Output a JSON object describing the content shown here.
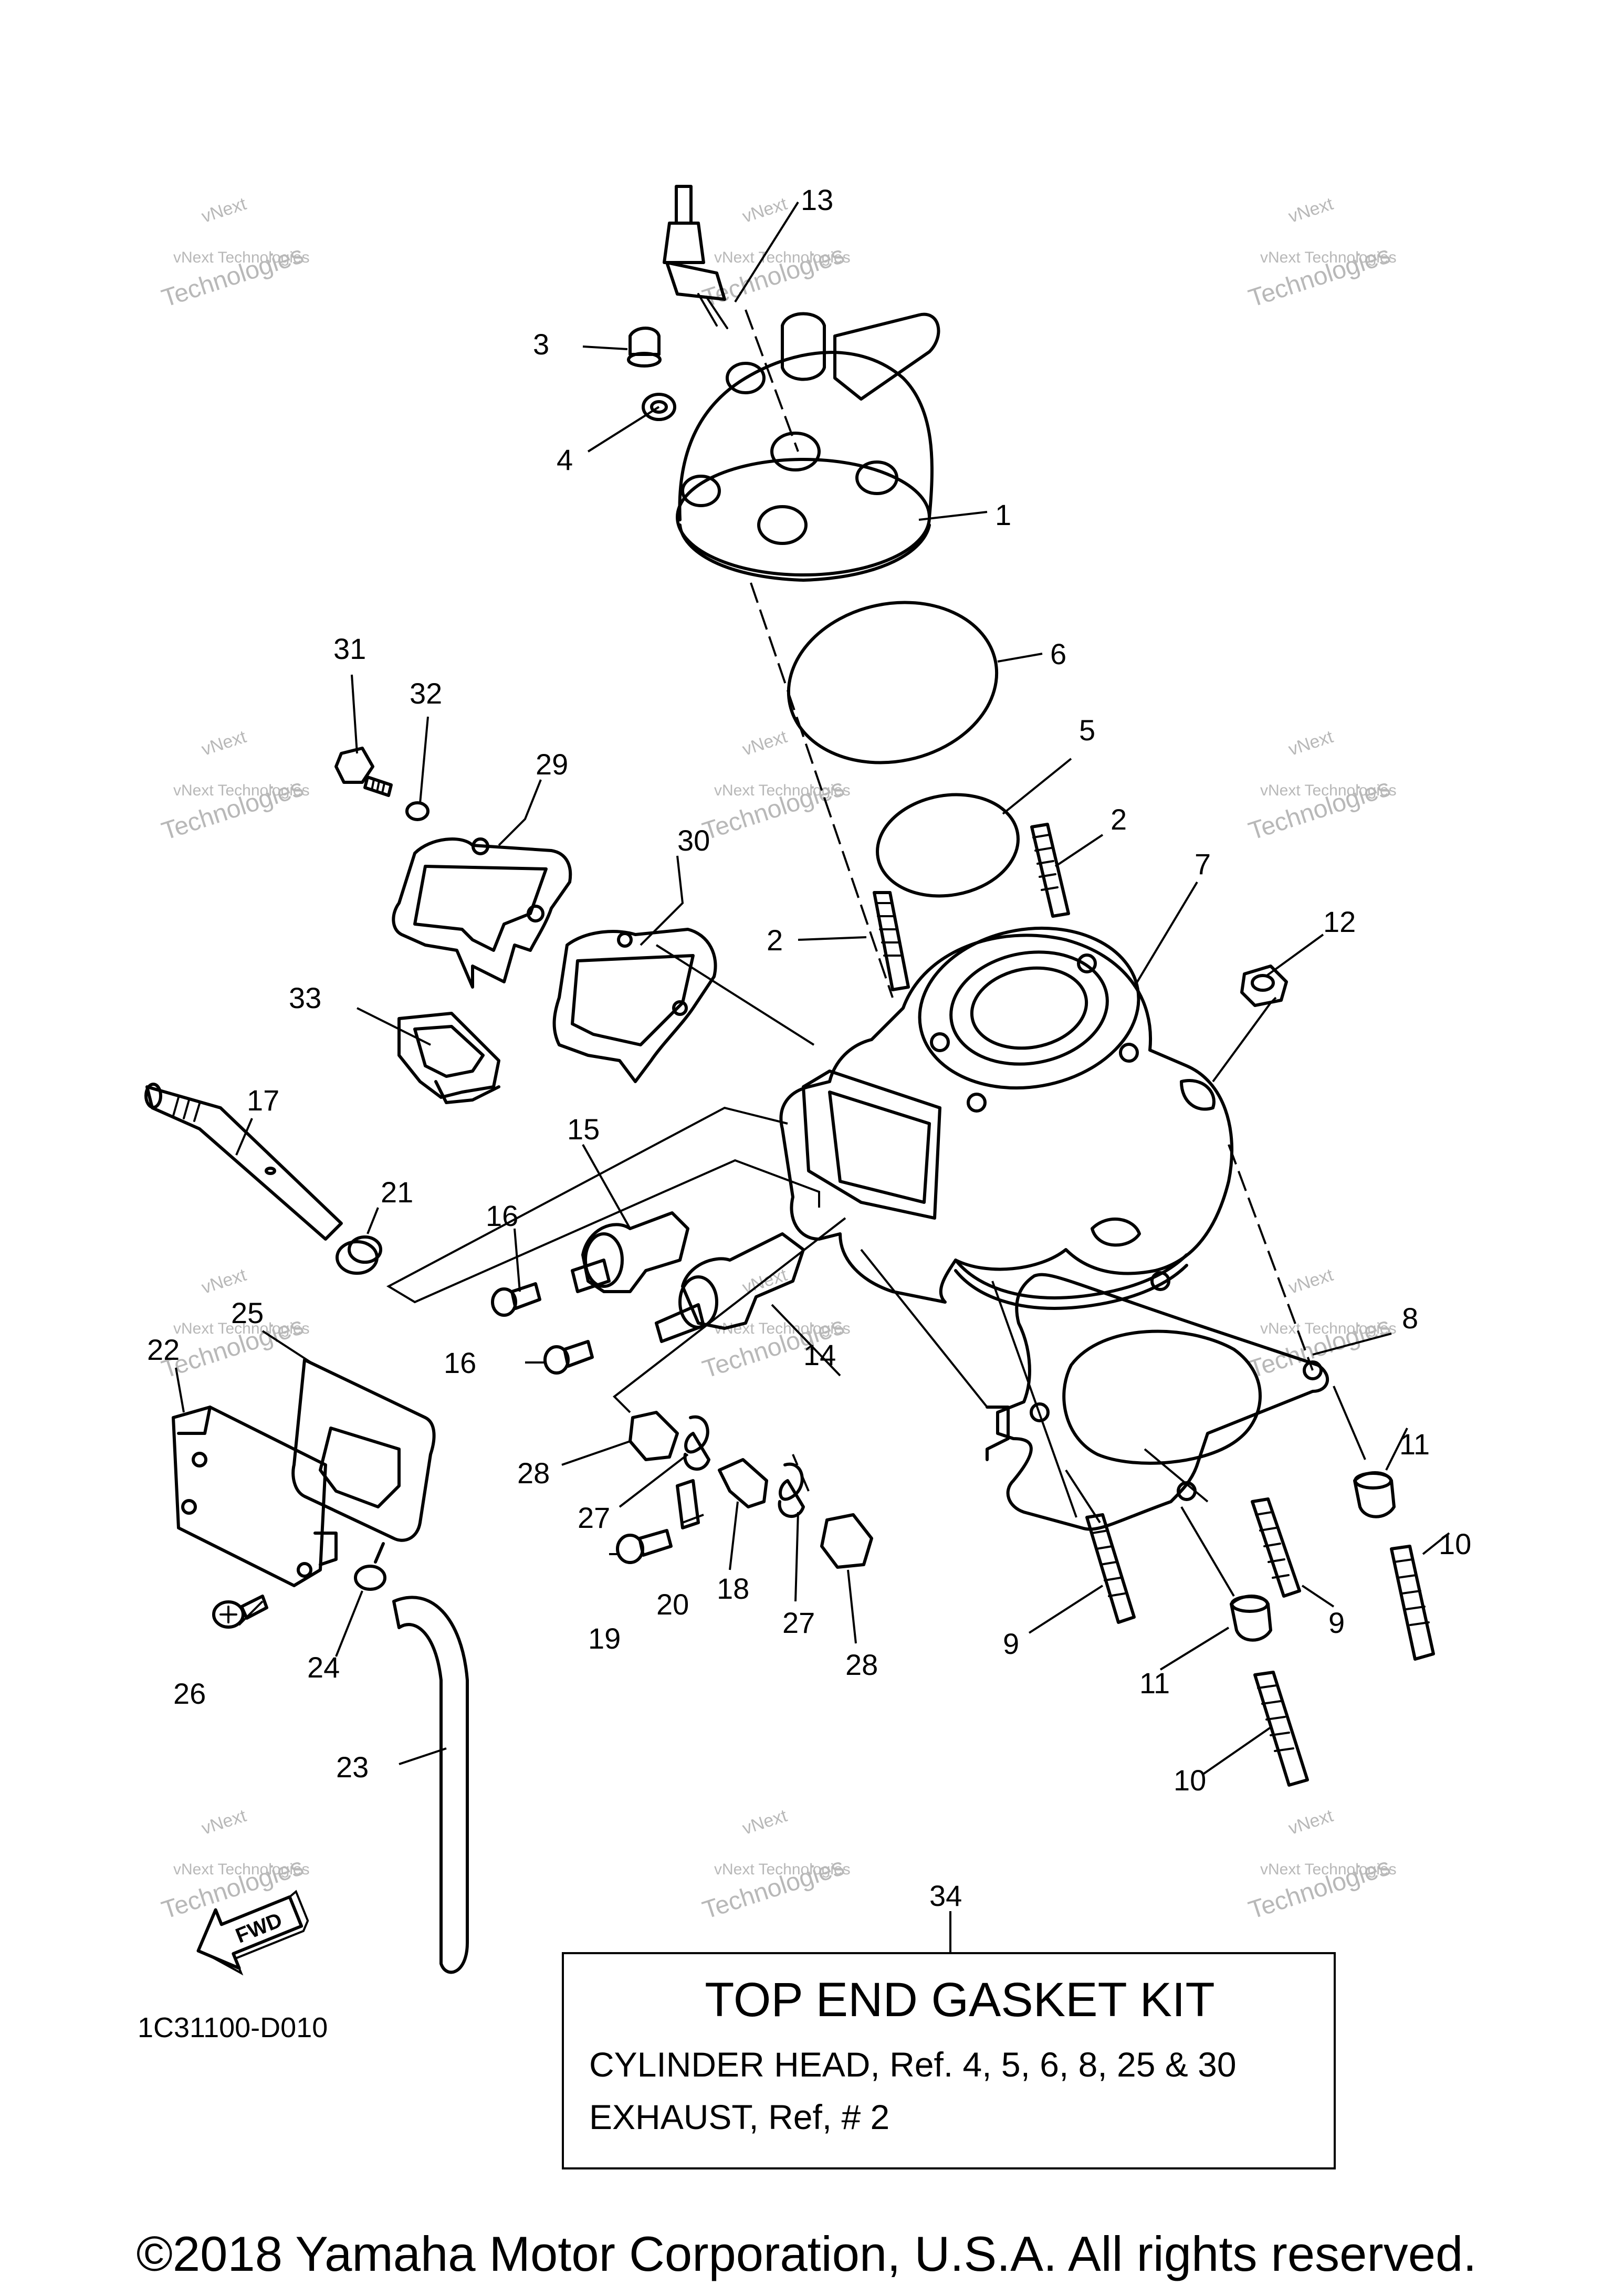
{
  "callouts": [
    {
      "num": "13"
    },
    {
      "num": "3"
    },
    {
      "num": "4"
    },
    {
      "num": "1"
    },
    {
      "num": "6"
    },
    {
      "num": "5"
    },
    {
      "num": "2"
    },
    {
      "num": "2"
    },
    {
      "num": "7"
    },
    {
      "num": "12"
    },
    {
      "num": "31"
    },
    {
      "num": "32"
    },
    {
      "num": "29"
    },
    {
      "num": "30"
    },
    {
      "num": "33"
    },
    {
      "num": "17"
    },
    {
      "num": "21"
    },
    {
      "num": "16"
    },
    {
      "num": "15"
    },
    {
      "num": "16"
    },
    {
      "num": "14"
    },
    {
      "num": "25"
    },
    {
      "num": "22"
    },
    {
      "num": "8"
    },
    {
      "num": "11"
    },
    {
      "num": "10"
    },
    {
      "num": "9"
    },
    {
      "num": "9"
    },
    {
      "num": "11"
    },
    {
      "num": "10"
    },
    {
      "num": "28"
    },
    {
      "num": "27"
    },
    {
      "num": "20"
    },
    {
      "num": "18"
    },
    {
      "num": "19"
    },
    {
      "num": "27"
    },
    {
      "num": "28"
    },
    {
      "num": "26"
    },
    {
      "num": "24"
    },
    {
      "num": "23"
    },
    {
      "num": "34"
    }
  ],
  "watermark": {
    "line1": "vNext",
    "line2": "vNext Technologies",
    "line3": "Technologies"
  },
  "fwd_label": "FWD",
  "diagram_code": "1C31100-D010",
  "kit": {
    "title": "TOP END GASKET KIT",
    "line1": "CYLINDER HEAD, Ref. 4, 5, 6, 8, 25 & 30",
    "line2": "EXHAUST, Ref, # 2"
  },
  "copyright": "©2018 Yamaha Motor Corporation, U.S.A. All rights reserved."
}
